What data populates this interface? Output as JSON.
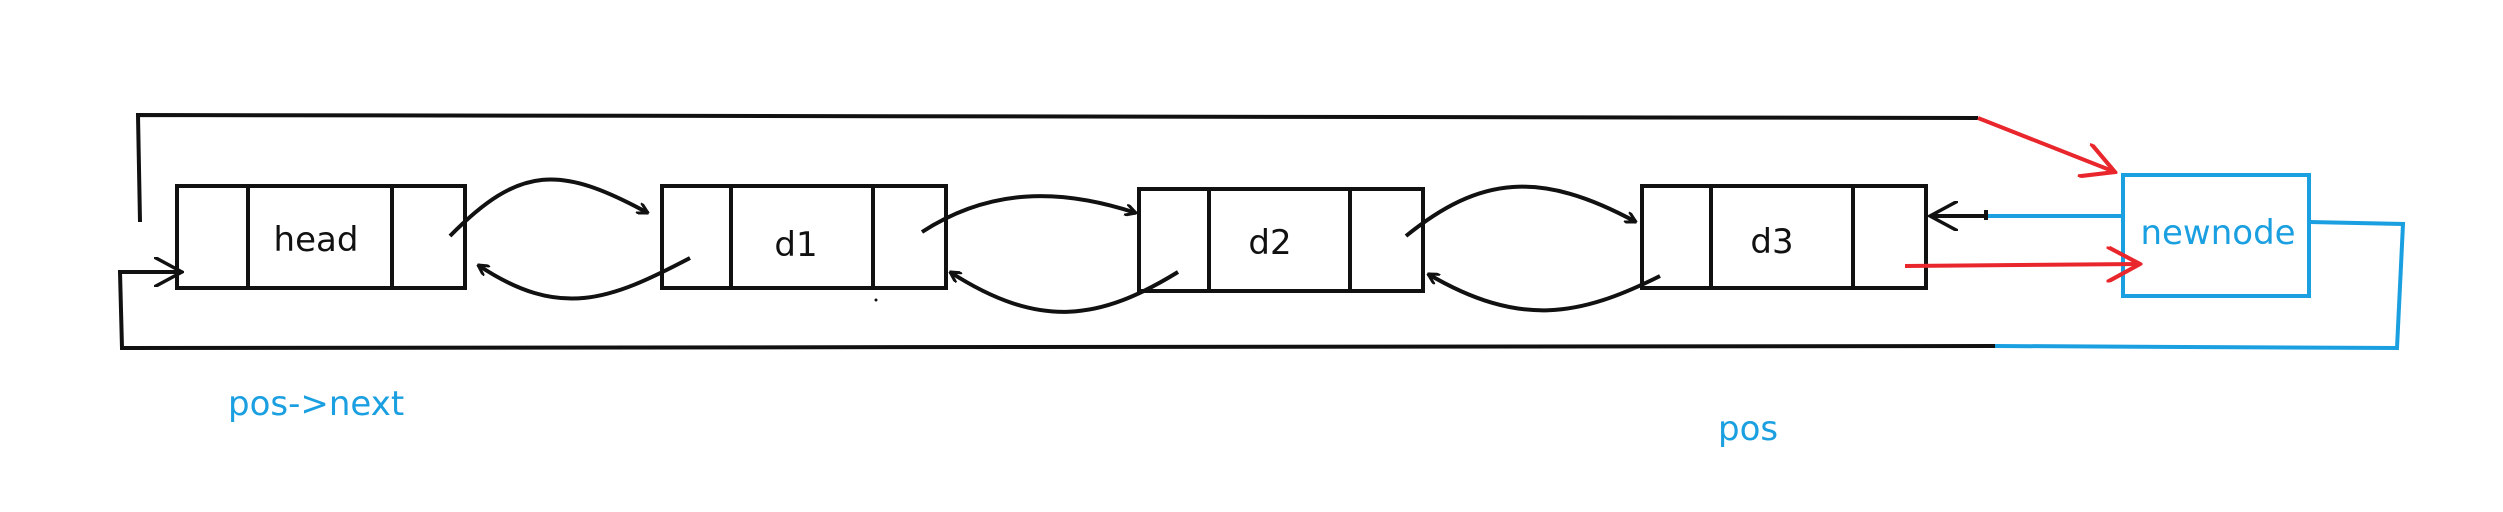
{
  "colors": {
    "stroke": "#111111",
    "new_node": "#1a9fe0",
    "new_link": "#e8262c",
    "annotation": "#1a9fe0",
    "background": "#ffffff"
  },
  "nodes": [
    {
      "id": "head",
      "label": "head"
    },
    {
      "id": "d1",
      "label": "d1"
    },
    {
      "id": "d2",
      "label": "d2"
    },
    {
      "id": "d3",
      "label": "d3"
    }
  ],
  "new_node": {
    "label": "newnode"
  },
  "annotations": {
    "pos_next": "pos->next",
    "pos": "pos"
  }
}
